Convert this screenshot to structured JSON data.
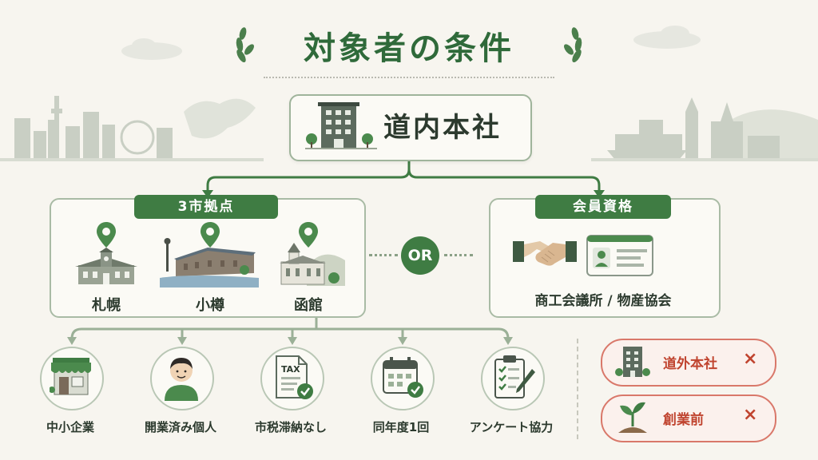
{
  "title": "対象者の条件",
  "headquarters": {
    "label": "道内本社"
  },
  "cities_group": {
    "tag": "3市拠点",
    "cities": [
      "札幌",
      "小樽",
      "函館"
    ]
  },
  "connector": {
    "label": "OR"
  },
  "membership_group": {
    "tag": "会員資格",
    "label": "商工会議所 / 物産協会"
  },
  "conditions": [
    "中小企業",
    "開業済み個人",
    "市税滞納なし",
    "同年度1回",
    "アンケート協力"
  ],
  "tax_icon_text": "TAX",
  "exclusions": [
    {
      "label": "道外本社",
      "mark": "×"
    },
    {
      "label": "創業前",
      "mark": "×"
    }
  ],
  "colors": {
    "primary_green": "#3f7c43",
    "exclusion_red": "#c0442f",
    "background": "#f7f5ef"
  }
}
